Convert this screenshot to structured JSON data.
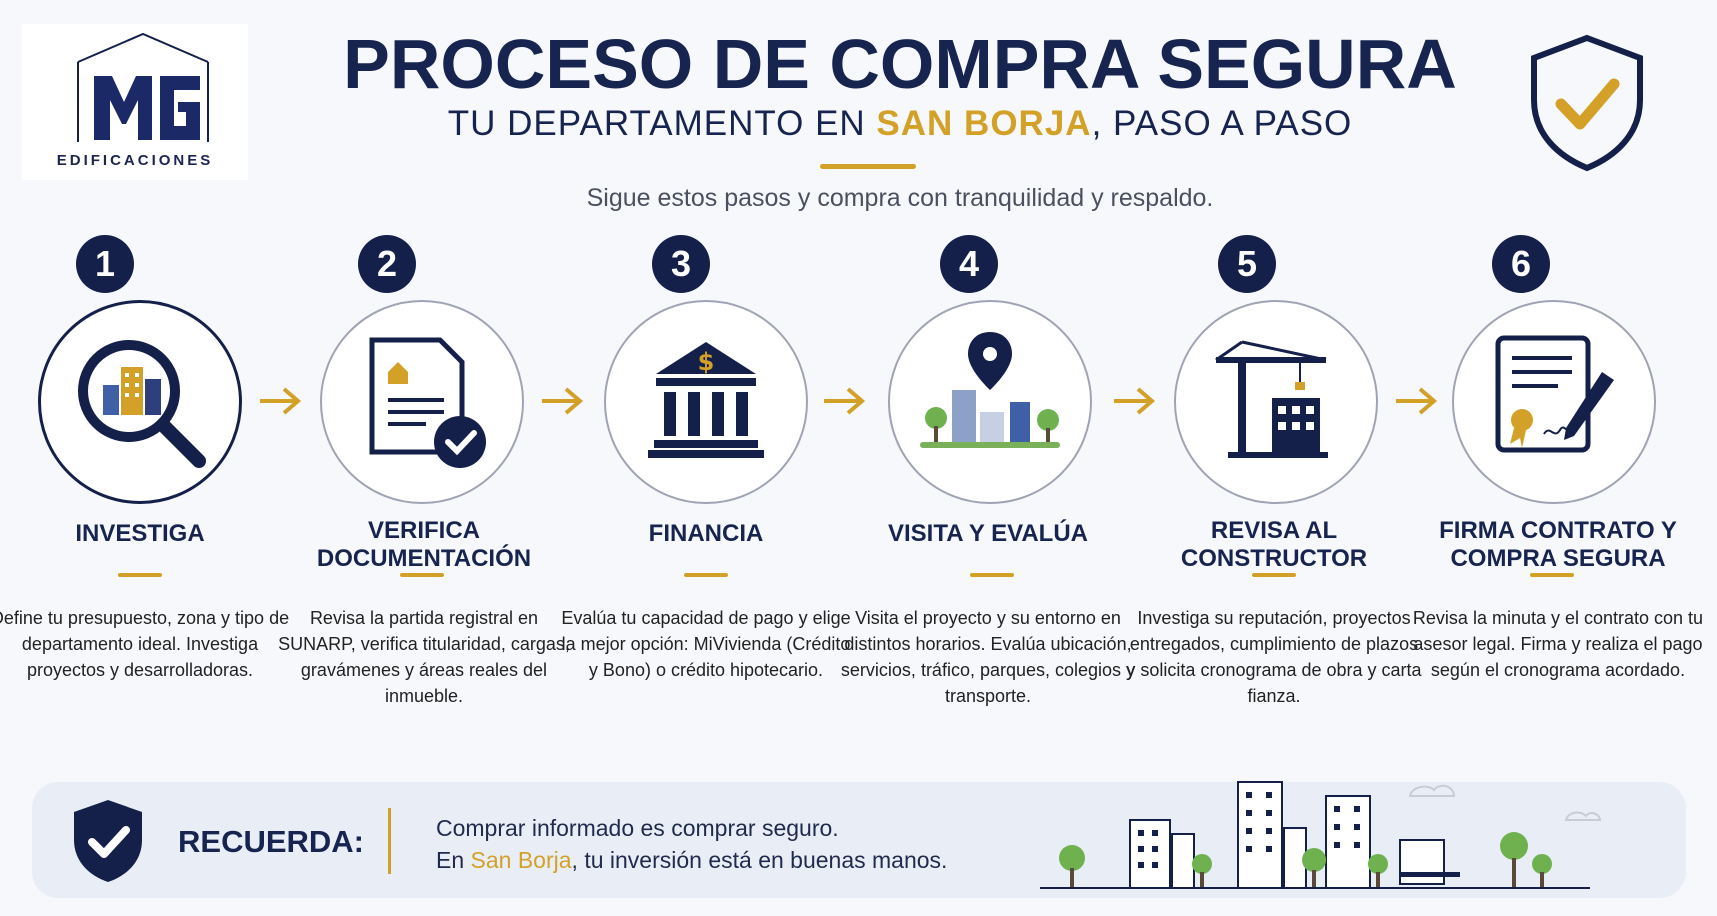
{
  "brand": {
    "logo_letters": "MG",
    "logo_text": "EDIFICACIONES"
  },
  "header": {
    "title": "PROCESO DE COMPRA SEGURA",
    "subtitle_before": "TU DEPARTAMENTO EN ",
    "subtitle_accent": "SAN BORJA",
    "subtitle_after": ", PASO A PASO",
    "tagline": "Sigue estos pasos y compra con tranquilidad y respaldo."
  },
  "steps": [
    {
      "number": "1",
      "title": "INVESTIGA",
      "icon": "magnifier-buildings-icon",
      "description": "Define tu presupuesto, zona y tipo de departamento ideal. Investiga proyectos y desarrolladoras."
    },
    {
      "number": "2",
      "title": "VERIFICA DOCUMENTACIÓN",
      "icon": "document-check-icon",
      "description": "Revisa la partida registral en SUNARP, verifica titularidad, cargas, gravámenes y áreas reales del inmueble."
    },
    {
      "number": "3",
      "title": "FINANCIA",
      "icon": "bank-icon",
      "description": "Evalúa tu capacidad de pago y elige la mejor opción: MiVivienda (Crédito y Bono) o crédito hipotecario."
    },
    {
      "number": "4",
      "title": "VISITA Y EVALÚA",
      "icon": "location-city-icon",
      "description": "Visita el proyecto y su entorno en distintos horarios. Evalúa ubicación, servicios, tráfico, parques, colegios y transporte."
    },
    {
      "number": "5",
      "title": "REVISA AL CONSTRUCTOR",
      "icon": "crane-building-icon",
      "description": "Investiga su reputación, proyectos entregados, cumplimiento de plazos y solicita cronograma de obra y carta fianza."
    },
    {
      "number": "6",
      "title": "FIRMA CONTRATO Y COMPRA SEGURA",
      "icon": "contract-pen-icon",
      "description": "Revisa la minuta y el contrato con tu asesor legal. Firma y realiza el pago según el cronograma acordado."
    }
  ],
  "reminder": {
    "label": "RECUERDA:",
    "line1": "Comprar informado es comprar seguro.",
    "line2_before": "En ",
    "line2_accent": "San Borja",
    "line2_after": ", tu inversión está en buenas manos."
  },
  "colors": {
    "navy": "#14204a",
    "gold": "#d3a128",
    "background": "#f7f8fb"
  }
}
